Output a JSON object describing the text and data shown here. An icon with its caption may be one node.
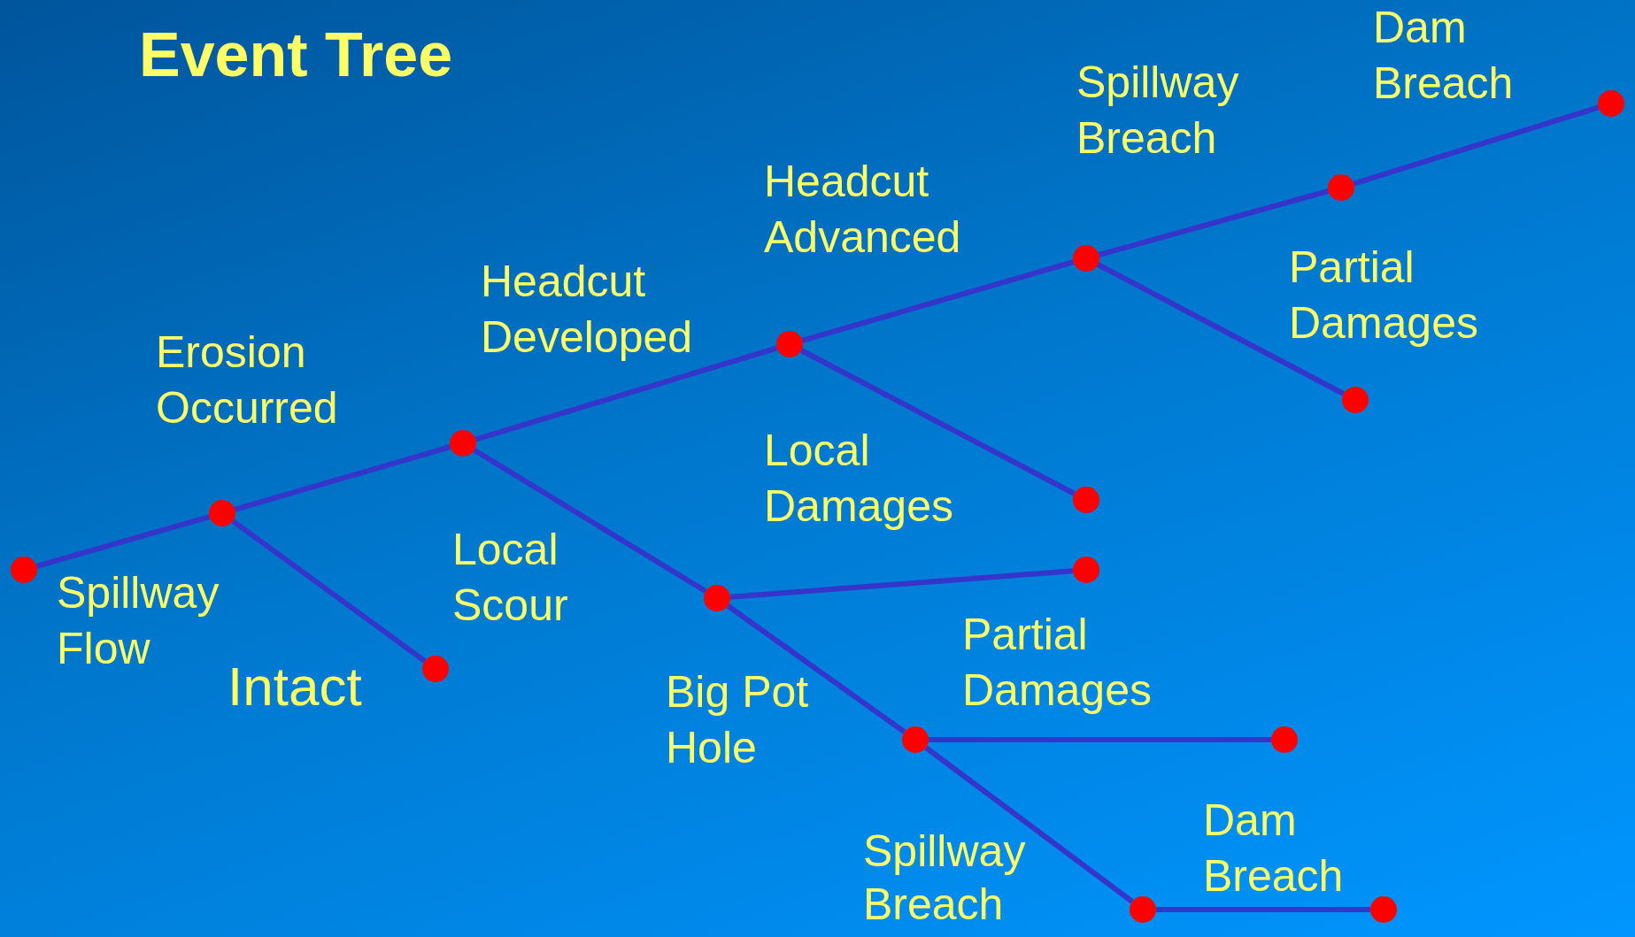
{
  "diagram": {
    "title": "Event Tree",
    "nodes": [
      {
        "text": [],
        "shape": "circle"
      },
      {
        "text": [],
        "shape": "circle"
      },
      {
        "text": [],
        "shape": "circle"
      },
      {
        "text": [],
        "shape": "circle"
      },
      {
        "text": [],
        "shape": "circle"
      },
      {
        "text": [],
        "shape": "circle"
      },
      {
        "text": [],
        "shape": "circle"
      },
      {
        "text": [],
        "shape": "circle"
      },
      {
        "text": [],
        "shape": "circle"
      },
      {
        "text": [],
        "shape": "circle"
      },
      {
        "text": [],
        "shape": "circle"
      },
      {
        "text": [],
        "shape": "circle"
      },
      {
        "text": [],
        "shape": "circle"
      },
      {
        "text": [],
        "shape": "circle"
      },
      {
        "text": [],
        "shape": "circle"
      },
      {
        "text": [],
        "shape": "circle"
      }
    ],
    "edges": [
      {
        "from": 0,
        "to": 1,
        "arrow": "none"
      },
      {
        "from": 1,
        "to": 3,
        "arrow": "none"
      },
      {
        "from": 1,
        "to": 2,
        "arrow": "none"
      },
      {
        "from": 3,
        "to": 4,
        "arrow": "none"
      },
      {
        "from": 3,
        "to": 5,
        "arrow": "none"
      },
      {
        "from": 4,
        "to": 6,
        "arrow": "none"
      },
      {
        "from": 4,
        "to": 7,
        "arrow": "none"
      },
      {
        "from": 6,
        "to": 10,
        "arrow": "none"
      },
      {
        "from": 6,
        "to": 11,
        "arrow": "none"
      },
      {
        "from": 10,
        "to": 12,
        "arrow": "none"
      },
      {
        "from": 5,
        "to": 8,
        "arrow": "none"
      },
      {
        "from": 5,
        "to": 9,
        "arrow": "none"
      },
      {
        "from": 9,
        "to": 13,
        "arrow": "none"
      },
      {
        "from": 9,
        "to": 14,
        "arrow": "none"
      },
      {
        "from": 14,
        "to": 15,
        "arrow": "none"
      }
    ],
    "labels": [
      "Dam Breach",
      "Spillway Breach",
      "Headcut Advanced",
      "Partial Damages",
      "Headcut Developed",
      "Erosion Occurred",
      "Local Damages",
      "Local Scour",
      "Spillway Flow",
      "Intact",
      "Big Pot Hole",
      "Partial Damages",
      "Dam Breach",
      "Spillway Breach"
    ]
  }
}
